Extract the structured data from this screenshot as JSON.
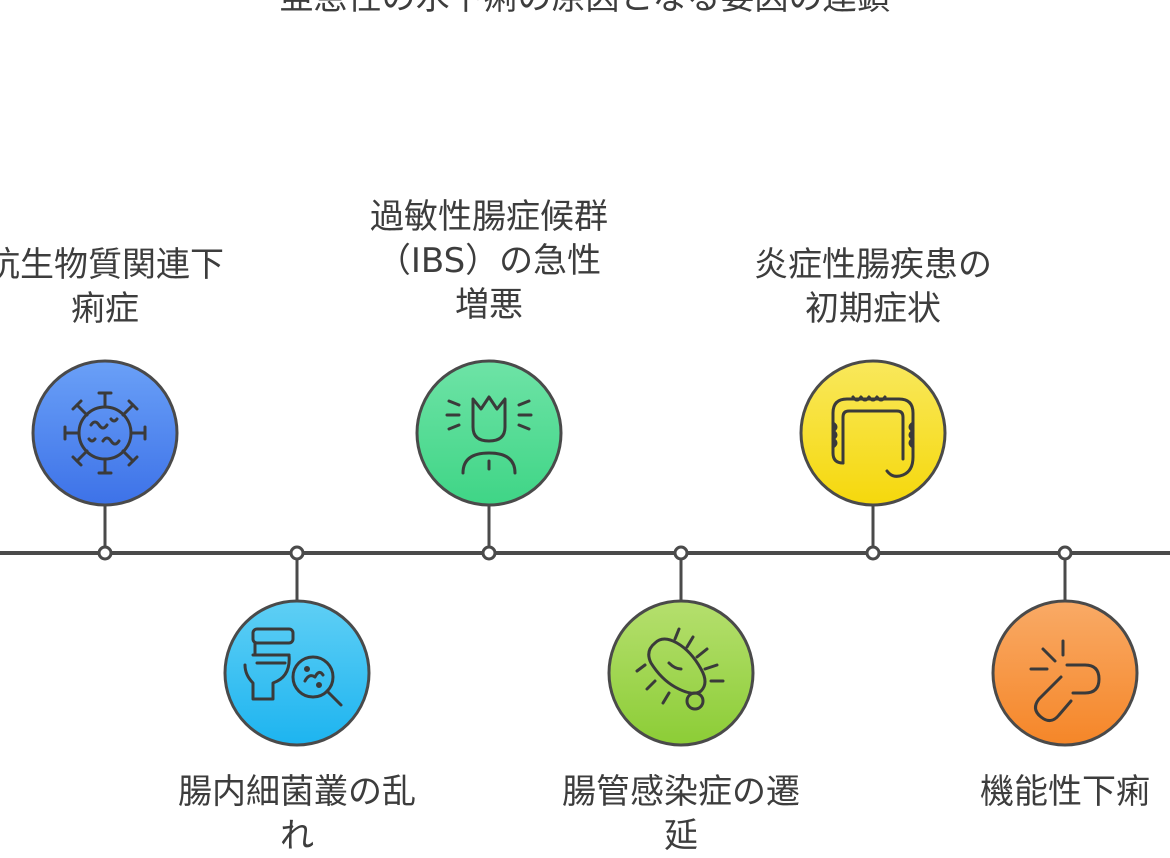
{
  "title": "亜急性の水下痢の原因となる要因の連鎖",
  "colors": {
    "line": "#4a4a4a",
    "antibiotic": "#4f86f0",
    "gut_flora": "#33b8f0",
    "ibs": "#55d88f",
    "infection": "#9ad24a",
    "ibd": "#f5dc1e",
    "functional": "#f7913a"
  },
  "events": [
    {
      "id": "antibiotic",
      "lines": [
        "抗生物質関連下",
        "痢症"
      ],
      "icon": "virus-icon"
    },
    {
      "id": "gut-flora",
      "lines": [
        "腸内細菌叢の乱",
        "れ"
      ],
      "icon": "toilet-magnifier-icon"
    },
    {
      "id": "ibs",
      "lines": [
        "過敏性腸症候群",
        "（IBS）の急性",
        "増悪"
      ],
      "icon": "stressed-person-icon"
    },
    {
      "id": "infection",
      "lines": [
        "腸管感染症の遷",
        "延"
      ],
      "icon": "bacterium-icon"
    },
    {
      "id": "ibd",
      "lines": [
        "炎症性腸疾患の",
        "初期症状"
      ],
      "icon": "intestine-icon"
    },
    {
      "id": "functional",
      "lines": [
        "機能性下痢"
      ],
      "icon": "broken-link-icon"
    }
  ]
}
